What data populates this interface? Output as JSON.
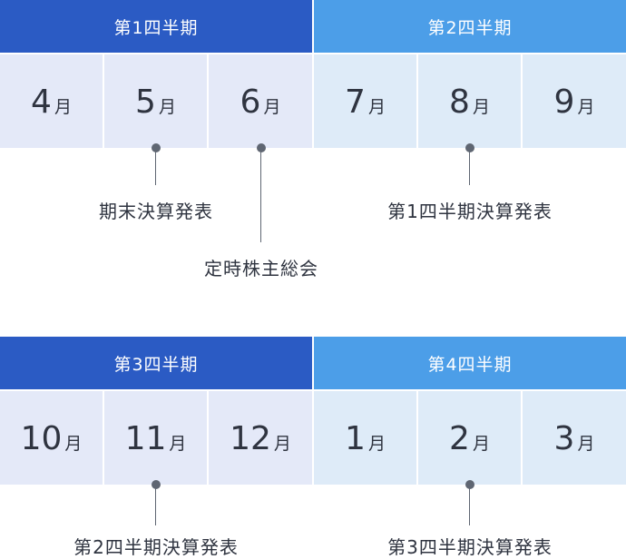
{
  "colors": {
    "dark_header": "#2b5bc4",
    "light_header": "#4c9ee8",
    "dark_cell": "#e4e9f8",
    "light_cell": "#deebf8",
    "marker": "#5f6672",
    "text": "#2f3440"
  },
  "month_suffix": "月",
  "top": {
    "quarters": [
      {
        "label": "第1四半期",
        "tone": "dark"
      },
      {
        "label": "第2四半期",
        "tone": "light"
      }
    ],
    "months": [
      "4",
      "5",
      "6",
      "7",
      "8",
      "9"
    ],
    "events": [
      {
        "label": "期末決算発表",
        "month": "5"
      },
      {
        "label": "定時株主総会",
        "month": "6"
      },
      {
        "label": "第1四半期決算発表",
        "month": "8"
      }
    ]
  },
  "bottom": {
    "quarters": [
      {
        "label": "第3四半期",
        "tone": "dark"
      },
      {
        "label": "第4四半期",
        "tone": "light"
      }
    ],
    "months": [
      "10",
      "11",
      "12",
      "1",
      "2",
      "3"
    ],
    "events": [
      {
        "label": "第2四半期決算発表",
        "month": "11"
      },
      {
        "label": "第3四半期決算発表",
        "month": "2"
      }
    ]
  }
}
